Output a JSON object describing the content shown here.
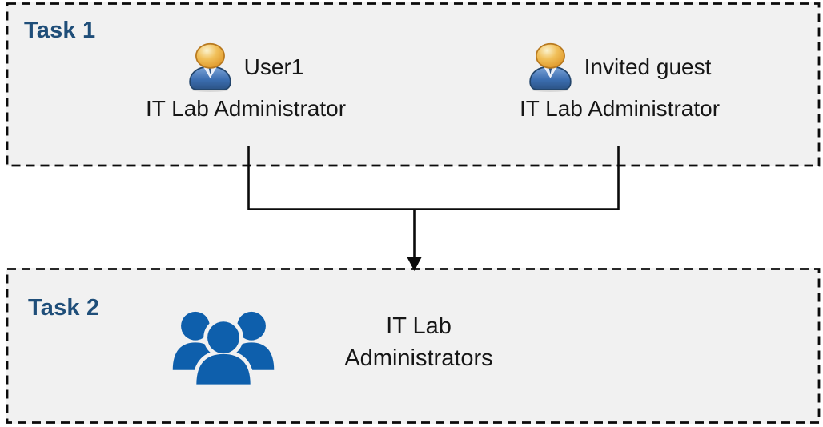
{
  "colors": {
    "page_bg": "#ffffff",
    "box_fill": "#f1f1f1",
    "line_color": "#0b0b0b",
    "accent": "#1f4e79",
    "text": "#161616",
    "group_icon_blue": "#0e5fac"
  },
  "task1": {
    "label": "Task 1",
    "users": [
      {
        "name": "User1",
        "role": "IT Lab Administrator",
        "icon": "person-icon"
      },
      {
        "name": "Invited guest",
        "role": "IT Lab Administrator",
        "icon": "person-icon"
      }
    ]
  },
  "task2": {
    "label": "Task 2",
    "icon": "people-group-icon",
    "group": {
      "line1": "IT Lab",
      "line2": "Administrators"
    }
  },
  "connector": {
    "type": "merge-arrow",
    "description": "lines from both Task 1 users merge and point down to the Task 2 group"
  }
}
